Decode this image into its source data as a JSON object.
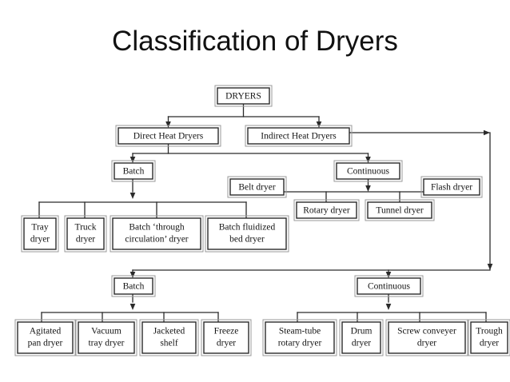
{
  "page": {
    "title": "Classification of Dryers",
    "background_color": "#ffffff",
    "line_color": "#2b2b2b",
    "box_fill": "#ffffff",
    "text_color": "#141414"
  },
  "chart_data": {
    "type": "diagram",
    "diagram_kind": "hierarchical-tree-flowchart",
    "title": "Classification of Dryers",
    "root": "DRYERS",
    "levels": [
      [
        "DRYERS"
      ],
      [
        "Direct Heat Dryers",
        "Indirect Heat Dryers"
      ],
      [
        "Batch",
        "Continuous",
        "Batch",
        "Continuous"
      ],
      [
        "Tray dryer",
        "Truck dryer",
        "Batch 'through circulation' dryer",
        "Batch fluidized bed dryer",
        "Belt dryer",
        "Rotary dryer",
        "Tunnel dryer",
        "Flash dryer",
        "Agitated pan dryer",
        "Vacuum tray dryer",
        "Jacketed shelf",
        "Freeze dryer",
        "Steam-tube rotary dryer",
        "Drum dryer",
        "Screw conveyer dryer",
        "Trough dryer"
      ]
    ],
    "edges": [
      {
        "from": "DRYERS",
        "to": "Direct Heat Dryers"
      },
      {
        "from": "DRYERS",
        "to": "Indirect Heat Dryers"
      },
      {
        "from": "Direct Heat Dryers",
        "to": "Batch (direct)"
      },
      {
        "from": "Direct Heat Dryers",
        "to": "Continuous (direct)"
      },
      {
        "from": "Indirect Heat Dryers",
        "to": "Batch (indirect)"
      },
      {
        "from": "Indirect Heat Dryers",
        "to": "Continuous (indirect)"
      },
      {
        "from": "Batch (direct)",
        "to": "Tray dryer"
      },
      {
        "from": "Batch (direct)",
        "to": "Truck dryer"
      },
      {
        "from": "Batch (direct)",
        "to": "Batch 'through circulation' dryer"
      },
      {
        "from": "Batch (direct)",
        "to": "Batch fluidized bed dryer"
      },
      {
        "from": "Continuous (direct)",
        "to": "Belt dryer"
      },
      {
        "from": "Continuous (direct)",
        "to": "Rotary dryer"
      },
      {
        "from": "Continuous (direct)",
        "to": "Tunnel dryer"
      },
      {
        "from": "Continuous (direct)",
        "to": "Flash dryer"
      },
      {
        "from": "Batch (indirect)",
        "to": "Agitated pan dryer"
      },
      {
        "from": "Batch (indirect)",
        "to": "Vacuum tray dryer"
      },
      {
        "from": "Batch (indirect)",
        "to": "Jacketed shelf"
      },
      {
        "from": "Batch (indirect)",
        "to": "Freeze dryer"
      },
      {
        "from": "Continuous (indirect)",
        "to": "Steam-tube rotary dryer"
      },
      {
        "from": "Continuous (indirect)",
        "to": "Drum dryer"
      },
      {
        "from": "Continuous (indirect)",
        "to": "Screw conveyer dryer"
      },
      {
        "from": "Continuous (indirect)",
        "to": "Trough dryer"
      }
    ]
  },
  "nodes": {
    "root": {
      "label": "DRYERS"
    },
    "direct_heat": {
      "label": "Direct Heat Dryers"
    },
    "indirect_heat": {
      "label": "Indirect Heat Dryers"
    },
    "direct_batch": {
      "label": "Batch"
    },
    "direct_continuous": {
      "label": "Continuous"
    },
    "indirect_batch": {
      "label": "Batch"
    },
    "indirect_continuous": {
      "label": "Continuous"
    },
    "tray_dryer": {
      "line1": "Tray",
      "line2": "dryer"
    },
    "truck_dryer": {
      "line1": "Truck",
      "line2": "dryer"
    },
    "through_circulation_dryer": {
      "line1": "Batch ‘through",
      "line2": "circulation’ dryer"
    },
    "fluidized_bed_dryer": {
      "line1": "Batch fluidized",
      "line2": "bed dryer"
    },
    "belt_dryer": {
      "label": "Belt dryer"
    },
    "rotary_dryer": {
      "label": "Rotary dryer"
    },
    "tunnel_dryer": {
      "label": "Tunnel dryer"
    },
    "flash_dryer": {
      "label": "Flash dryer"
    },
    "agitated_pan_dryer": {
      "line1": "Agitated",
      "line2": "pan dryer"
    },
    "vacuum_tray_dryer": {
      "line1": "Vacuum",
      "line2": "tray dryer"
    },
    "jacketed_shelf": {
      "line1": "Jacketed",
      "line2": "shelf"
    },
    "freeze_dryer": {
      "line1": "Freeze",
      "line2": "dryer"
    },
    "steam_tube_rotary_dryer": {
      "line1": "Steam-tube",
      "line2": "rotary dryer"
    },
    "drum_dryer": {
      "line1": "Drum",
      "line2": "dryer"
    },
    "screw_conveyer_dryer": {
      "line1": "Screw conveyer",
      "line2": "dryer"
    },
    "trough_dryer": {
      "line1": "Trough",
      "line2": "dryer"
    }
  }
}
